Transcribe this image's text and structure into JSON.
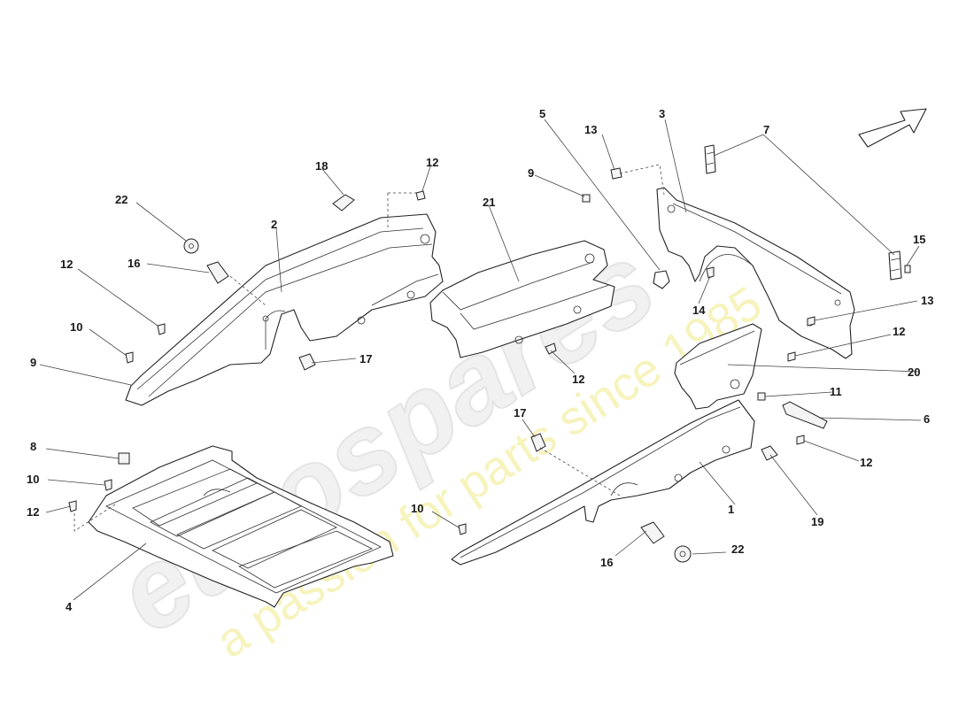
{
  "watermark": {
    "logo": "eurospares",
    "tagline": "a passion for parts since 1985"
  },
  "callouts": [
    {
      "id": "c1",
      "text": "1"
    },
    {
      "id": "c2",
      "text": "2"
    },
    {
      "id": "c3",
      "text": "3"
    },
    {
      "id": "c4",
      "text": "4"
    },
    {
      "id": "c5",
      "text": "5"
    },
    {
      "id": "c6",
      "text": "6"
    },
    {
      "id": "c7",
      "text": "7"
    },
    {
      "id": "c8",
      "text": "8"
    },
    {
      "id": "c9a",
      "text": "9"
    },
    {
      "id": "c9b",
      "text": "9"
    },
    {
      "id": "c10a",
      "text": "10"
    },
    {
      "id": "c10b",
      "text": "10"
    },
    {
      "id": "c10c",
      "text": "10"
    },
    {
      "id": "c11",
      "text": "11"
    },
    {
      "id": "c12a",
      "text": "12"
    },
    {
      "id": "c12b",
      "text": "12"
    },
    {
      "id": "c12c",
      "text": "12"
    },
    {
      "id": "c12d",
      "text": "12"
    },
    {
      "id": "c12e",
      "text": "12"
    },
    {
      "id": "c12f",
      "text": "12"
    },
    {
      "id": "c13a",
      "text": "13"
    },
    {
      "id": "c13b",
      "text": "13"
    },
    {
      "id": "c14",
      "text": "14"
    },
    {
      "id": "c15",
      "text": "15"
    },
    {
      "id": "c16a",
      "text": "16"
    },
    {
      "id": "c16b",
      "text": "16"
    },
    {
      "id": "c17a",
      "text": "17"
    },
    {
      "id": "c17b",
      "text": "17"
    },
    {
      "id": "c18",
      "text": "18"
    },
    {
      "id": "c19",
      "text": "19"
    },
    {
      "id": "c20",
      "text": "20"
    },
    {
      "id": "c21",
      "text": "21"
    },
    {
      "id": "c22a",
      "text": "22"
    },
    {
      "id": "c22b",
      "text": "22"
    }
  ]
}
